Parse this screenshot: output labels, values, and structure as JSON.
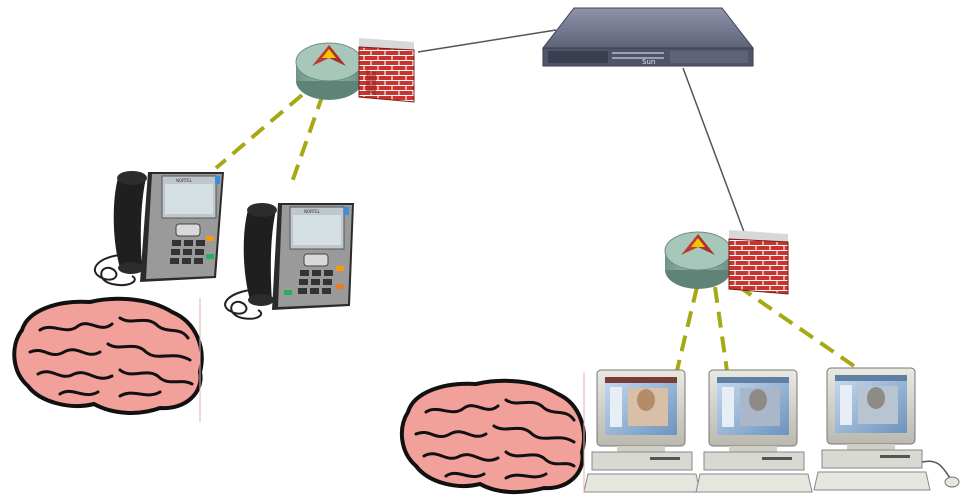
{
  "diagram": {
    "server": {
      "brand_label": "Sun",
      "body_color": "#6a6f86",
      "icon": "rack-server-icon"
    },
    "routers": [
      {
        "id": "router-left",
        "icon": "router-icon",
        "color": "#7ea497"
      },
      {
        "id": "router-right",
        "icon": "router-icon",
        "color": "#7ea497"
      }
    ],
    "firewalls": [
      {
        "id": "firewall-left",
        "icon": "brick-firewall-icon",
        "color": "#c9342e"
      },
      {
        "id": "firewall-right",
        "icon": "brick-firewall-icon",
        "color": "#c9342e"
      }
    ],
    "phones": [
      {
        "id": "ip-phone-1",
        "icon": "ip-phone-icon",
        "brand_label": "NORTEL"
      },
      {
        "id": "ip-phone-2",
        "icon": "ip-phone-icon",
        "brand_label": "NORTEL"
      }
    ],
    "computers": [
      {
        "id": "workstation-1",
        "icon": "desktop-computer-icon"
      },
      {
        "id": "workstation-2",
        "icon": "desktop-computer-icon"
      },
      {
        "id": "workstation-3",
        "icon": "desktop-computer-icon"
      }
    ],
    "brains": [
      {
        "id": "brain-left",
        "icon": "brain-icon",
        "color": "#f2a09a"
      },
      {
        "id": "brain-right",
        "icon": "brain-icon",
        "color": "#f2a09a"
      }
    ],
    "links": {
      "wan_color": "#555555",
      "lan_color": "#a6a814",
      "lan_style": "dashed"
    }
  }
}
